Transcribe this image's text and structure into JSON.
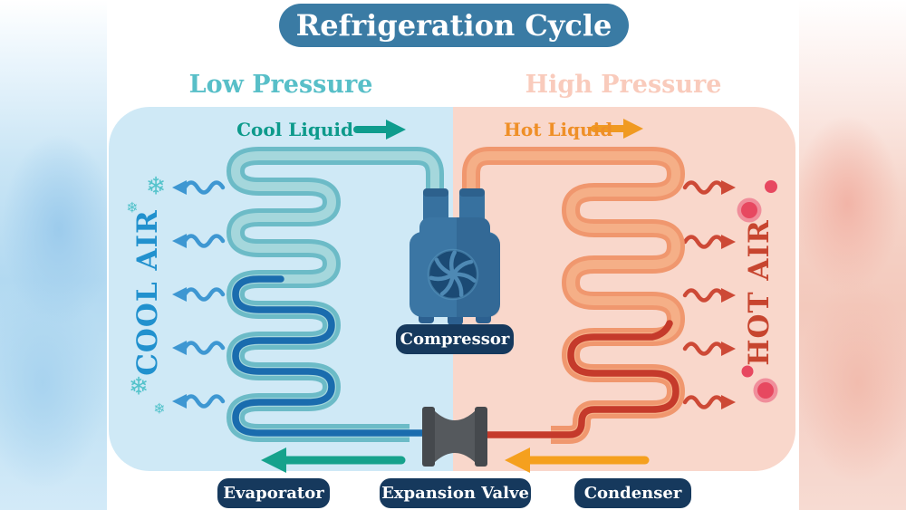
{
  "title": "Refrigeration Cycle",
  "pressure_labels": {
    "left": "Low Pressure",
    "right": "High Pressure"
  },
  "flow_labels": {
    "cool": "Cool Liquid",
    "hot": "Hot Liquid"
  },
  "air_labels": {
    "cool": "COOL AIR",
    "hot": "HOT AIR"
  },
  "component_labels": {
    "compressor": "Compressor",
    "evaporator": "Evaporator",
    "expansion_valve": "Expansion Valve",
    "condenser": "Condenser"
  },
  "icons": {
    "snowflake": "❄"
  },
  "colors": {
    "title_banner": "#3a7ba4",
    "component_badge": "#16395d",
    "low_pressure_text": "#58bfc8",
    "high_pressure_text": "#f9cbbc",
    "cool_panel": "#cfe9f6",
    "hot_panel": "#f9d7cb",
    "cool_coil_tube": "#6cbbc7",
    "cool_refrigerant_line": "#1a6cae",
    "hot_coil_tube": "#f0976e",
    "hot_refrigerant_line": "#c53a2b",
    "cool_liquid_arrow": "#0f9c8d",
    "hot_liquid_arrow": "#f09a22",
    "evaporator_arrow": "#16a28c",
    "condenser_arrow": "#f5a01e",
    "cool_air_text": "#2191ce",
    "hot_air_text": "#c7452f",
    "cool_wave_arrow": "#3e97d2",
    "hot_wave_arrow": "#cd4936",
    "hot_air_dot": "#e74860",
    "snowflake": "#54c3cb",
    "compressor_body": "#3b76a4",
    "valve_body": "#55595d"
  }
}
